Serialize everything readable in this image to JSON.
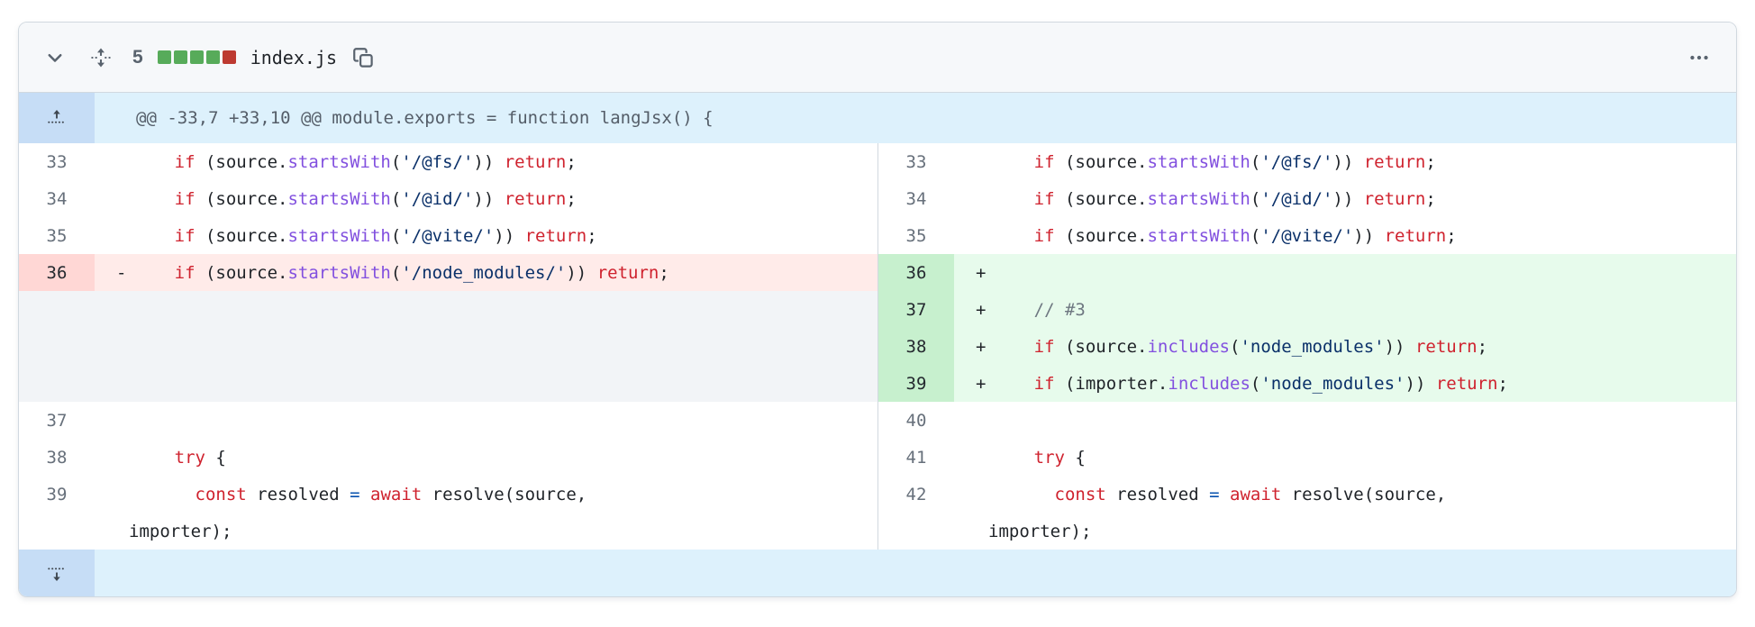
{
  "header": {
    "changes_count": "5",
    "filename": "index.js",
    "diffstat_blocks": [
      "add",
      "add",
      "add",
      "add",
      "del"
    ],
    "kebab_menu": "more-options"
  },
  "hunk": {
    "text": "@@ -33,7 +33,10 @@ module.exports = function langJsx() {"
  },
  "colors": {
    "addition_code_bg": "#e7fbec",
    "addition_num_bg": "#c7f0ce",
    "deletion_code_bg": "#ffebe9",
    "deletion_num_bg": "#ffd7d5",
    "hunk_bg": "#ddf1fc",
    "hunk_gutter_bg": "#c6ddf6",
    "filler_bg": "#f2f4f7",
    "diffstat_green": "#57ab5a",
    "diffstat_red": "#bd3a31",
    "keyword": "#cf222e",
    "function": "#8250df",
    "string": "#0a3069",
    "comment": "#6e7781",
    "operator": "#0550ae"
  },
  "diff": {
    "left_rows": [
      {
        "num": "33",
        "type": "context",
        "marker": "",
        "tokens": [
          [
            "p",
            "      "
          ],
          [
            "k",
            "if"
          ],
          [
            "p",
            " (source."
          ],
          [
            "fn",
            "startsWith"
          ],
          [
            "p",
            "("
          ],
          [
            "s",
            "'/@fs/'"
          ],
          [
            "p",
            ")) "
          ],
          [
            "k",
            "return"
          ],
          [
            "p",
            ";"
          ]
        ]
      },
      {
        "num": "34",
        "type": "context",
        "marker": "",
        "tokens": [
          [
            "p",
            "      "
          ],
          [
            "k",
            "if"
          ],
          [
            "p",
            " (source."
          ],
          [
            "fn",
            "startsWith"
          ],
          [
            "p",
            "("
          ],
          [
            "s",
            "'/@id/'"
          ],
          [
            "p",
            ")) "
          ],
          [
            "k",
            "return"
          ],
          [
            "p",
            ";"
          ]
        ]
      },
      {
        "num": "35",
        "type": "context",
        "marker": "",
        "tokens": [
          [
            "p",
            "      "
          ],
          [
            "k",
            "if"
          ],
          [
            "p",
            " (source."
          ],
          [
            "fn",
            "startsWith"
          ],
          [
            "p",
            "("
          ],
          [
            "s",
            "'/@vite/'"
          ],
          [
            "p",
            ")) "
          ],
          [
            "k",
            "return"
          ],
          [
            "p",
            ";"
          ]
        ]
      },
      {
        "num": "36",
        "type": "del",
        "marker": "-",
        "tokens": [
          [
            "p",
            "      "
          ],
          [
            "k",
            "if"
          ],
          [
            "p",
            " (source."
          ],
          [
            "fn",
            "startsWith"
          ],
          [
            "p",
            "("
          ],
          [
            "s",
            "'/node_modules/'"
          ],
          [
            "p",
            ")) "
          ],
          [
            "k",
            "return"
          ],
          [
            "p",
            ";"
          ]
        ]
      },
      {
        "num": "",
        "type": "filler",
        "marker": "",
        "tokens": []
      },
      {
        "num": "",
        "type": "filler",
        "marker": "",
        "tokens": []
      },
      {
        "num": "",
        "type": "filler",
        "marker": "",
        "tokens": []
      },
      {
        "num": "37",
        "type": "context",
        "marker": "",
        "tokens": []
      },
      {
        "num": "38",
        "type": "context",
        "marker": "",
        "tokens": [
          [
            "p",
            "      "
          ],
          [
            "k",
            "try"
          ],
          [
            "p",
            " {"
          ]
        ]
      },
      {
        "num": "39",
        "type": "context",
        "marker": "",
        "tokens": [
          [
            "p",
            "        "
          ],
          [
            "k",
            "const"
          ],
          [
            "p",
            " resolved "
          ],
          [
            "o",
            "="
          ],
          [
            "p",
            " "
          ],
          [
            "k",
            "await"
          ],
          [
            "p",
            " resolve(source,"
          ]
        ]
      },
      {
        "num": "",
        "type": "wrap",
        "marker": "",
        "tokens": [
          [
            "p",
            "importer);"
          ]
        ]
      }
    ],
    "right_rows": [
      {
        "num": "33",
        "type": "context",
        "marker": "",
        "tokens": [
          [
            "p",
            "      "
          ],
          [
            "k",
            "if"
          ],
          [
            "p",
            " (source."
          ],
          [
            "fn",
            "startsWith"
          ],
          [
            "p",
            "("
          ],
          [
            "s",
            "'/@fs/'"
          ],
          [
            "p",
            ")) "
          ],
          [
            "k",
            "return"
          ],
          [
            "p",
            ";"
          ]
        ]
      },
      {
        "num": "34",
        "type": "context",
        "marker": "",
        "tokens": [
          [
            "p",
            "      "
          ],
          [
            "k",
            "if"
          ],
          [
            "p",
            " (source."
          ],
          [
            "fn",
            "startsWith"
          ],
          [
            "p",
            "("
          ],
          [
            "s",
            "'/@id/'"
          ],
          [
            "p",
            ")) "
          ],
          [
            "k",
            "return"
          ],
          [
            "p",
            ";"
          ]
        ]
      },
      {
        "num": "35",
        "type": "context",
        "marker": "",
        "tokens": [
          [
            "p",
            "      "
          ],
          [
            "k",
            "if"
          ],
          [
            "p",
            " (source."
          ],
          [
            "fn",
            "startsWith"
          ],
          [
            "p",
            "("
          ],
          [
            "s",
            "'/@vite/'"
          ],
          [
            "p",
            ")) "
          ],
          [
            "k",
            "return"
          ],
          [
            "p",
            ";"
          ]
        ]
      },
      {
        "num": "36",
        "type": "add",
        "marker": "+",
        "tokens": []
      },
      {
        "num": "37",
        "type": "add",
        "marker": "+",
        "tokens": [
          [
            "p",
            "      "
          ],
          [
            "c",
            "// #3"
          ]
        ]
      },
      {
        "num": "38",
        "type": "add",
        "marker": "+",
        "tokens": [
          [
            "p",
            "      "
          ],
          [
            "k",
            "if"
          ],
          [
            "p",
            " (source."
          ],
          [
            "fn",
            "includes"
          ],
          [
            "p",
            "("
          ],
          [
            "s",
            "'node_modules'"
          ],
          [
            "p",
            ")) "
          ],
          [
            "k",
            "return"
          ],
          [
            "p",
            ";"
          ]
        ]
      },
      {
        "num": "39",
        "type": "add",
        "marker": "+",
        "tokens": [
          [
            "p",
            "      "
          ],
          [
            "k",
            "if"
          ],
          [
            "p",
            " (importer."
          ],
          [
            "fn",
            "includes"
          ],
          [
            "p",
            "("
          ],
          [
            "s",
            "'node_modules'"
          ],
          [
            "p",
            ")) "
          ],
          [
            "k",
            "return"
          ],
          [
            "p",
            ";"
          ]
        ]
      },
      {
        "num": "40",
        "type": "context",
        "marker": "",
        "tokens": []
      },
      {
        "num": "41",
        "type": "context",
        "marker": "",
        "tokens": [
          [
            "p",
            "      "
          ],
          [
            "k",
            "try"
          ],
          [
            "p",
            " {"
          ]
        ]
      },
      {
        "num": "42",
        "type": "context",
        "marker": "",
        "tokens": [
          [
            "p",
            "        "
          ],
          [
            "k",
            "const"
          ],
          [
            "p",
            " resolved "
          ],
          [
            "o",
            "="
          ],
          [
            "p",
            " "
          ],
          [
            "k",
            "await"
          ],
          [
            "p",
            " resolve(source,"
          ]
        ]
      },
      {
        "num": "",
        "type": "wrap",
        "marker": "",
        "tokens": [
          [
            "p",
            "importer);"
          ]
        ]
      }
    ]
  }
}
